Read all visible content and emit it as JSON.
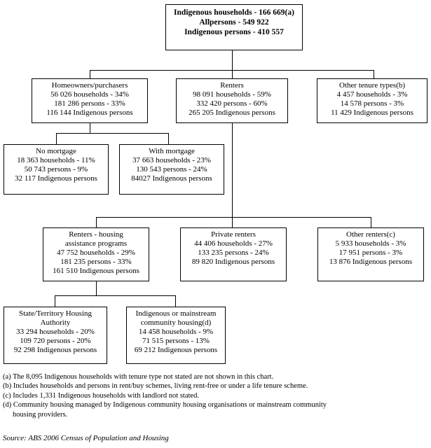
{
  "root": {
    "lines": [
      "Indigenous households - 166 669(a)",
      "Allpersons - 549 922",
      "Indigenous persons - 410 557"
    ]
  },
  "homeowners": {
    "lines": [
      "Homeowners/purchasers",
      "56 026 households - 34%",
      "181 286 persons - 33%",
      "116 144 Indigenous persons"
    ]
  },
  "renters": {
    "lines": [
      "Renters",
      "98 091 households - 59%",
      "332 420 persons - 60%",
      "265 205 Indigenous persons"
    ]
  },
  "other_tenure": {
    "lines": [
      "Other tenure types(b)",
      "4 457 households - 3%",
      "14 578 persons - 3%",
      "11 429 Indigenous persons"
    ]
  },
  "no_mortgage": {
    "lines": [
      "No mortgage",
      "18 363 households - 11%",
      "50 743 persons - 9%",
      "32 117 Indigenous persons"
    ]
  },
  "with_mortgage": {
    "lines": [
      "With mortgage",
      "37 663 households - 23%",
      "130 543 persons - 24%",
      "84027 Indigenous persons"
    ]
  },
  "renters_housing_assistance": {
    "lines": [
      "Renters - housing",
      "assistance programs",
      "47 752 households - 29%",
      "181 235 persons - 33%",
      "161 510 Indigenous persons"
    ]
  },
  "private_renters": {
    "lines": [
      "Private renters",
      "44 406 households - 27%",
      "133 235 persons - 24%",
      "89 820 Indigenous persons"
    ]
  },
  "other_renters": {
    "lines": [
      "Other renters(c)",
      "5 933 households - 3%",
      "17 951 persons - 3%",
      "13 876 Indigenous persons"
    ]
  },
  "state_territory_housing": {
    "lines": [
      "State/Territory Housing",
      "Authority",
      "33 294 households - 20%",
      "109 720 persons - 20%",
      "92 298 Indigenous persons"
    ]
  },
  "community_housing": {
    "lines": [
      "Indigenous or mainstream",
      "community housing(d)",
      "14 458 households - 9%",
      "71 515 persons - 13%",
      "69 212 Indigenous persons"
    ]
  },
  "notes": {
    "a": "(a) The 8,095 Indigenous households with tenure type not stated are not shown in this chart.",
    "b": "(b) Includes households and persons in rent/buy schemes, living rent-free or under a life tenure scheme.",
    "c": "(c) Includes 1,331 Indigenous households with landlord not stated.",
    "d1": "(d) Community housing managed by Indigenous community housing organisations or mainstream community",
    "d2": "housing providers."
  },
  "source": "Source: ABS 2006 Census of Population and Housing"
}
